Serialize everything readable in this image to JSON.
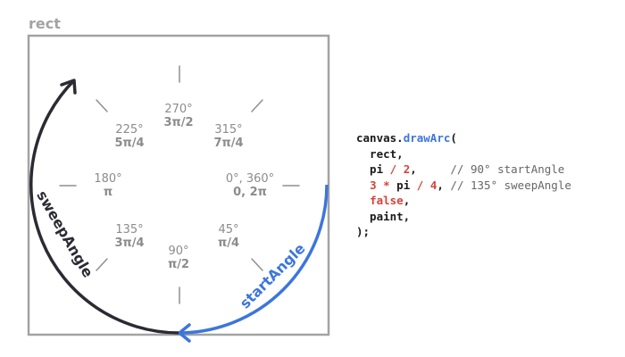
{
  "rect_label": "rect",
  "angles": [
    {
      "deg": "270°",
      "rad": "3π/2"
    },
    {
      "deg": "315°",
      "rad": "7π/4"
    },
    {
      "deg": "0°, 360°",
      "rad": "0, 2π"
    },
    {
      "deg": "45°",
      "rad": "π/4"
    },
    {
      "deg": "90°",
      "rad": "π/2"
    },
    {
      "deg": "135°",
      "rad": "3π/4"
    },
    {
      "deg": "180°",
      "rad": "π"
    },
    {
      "deg": "225°",
      "rad": "5π/4"
    }
  ],
  "arcs": {
    "start_label": "startAngle",
    "sweep_label": "sweepAngle"
  },
  "colors": {
    "frame": "#a3a3a3",
    "tick": "#8f8f8f",
    "angle_text": "#8c8c8c",
    "start_arc": "#3d75dd",
    "sweep_arc": "#2b2b33"
  },
  "code": {
    "l1_obj": "canvas.",
    "l1_fn": "drawArc",
    "l1_open": "(",
    "l2": "  rect,",
    "l3_a": "  pi ",
    "l3_op": "/",
    "l3_sp": " ",
    "l3_num": "2",
    "l3_end": ",",
    "l3_cm": "     // 90° startAngle",
    "l4_ind": "  ",
    "l4_num1": "3",
    "l4_sp1": " ",
    "l4_op1": "*",
    "l4_mid": " pi ",
    "l4_op2": "/",
    "l4_sp2": " ",
    "l4_num2": "4",
    "l4_end": ",",
    "l4_cm": " // 135° sweepAngle",
    "l5_ind": "  ",
    "l5_kw": "false",
    "l5_end": ",",
    "l6": "  paint,",
    "l7": ");"
  }
}
